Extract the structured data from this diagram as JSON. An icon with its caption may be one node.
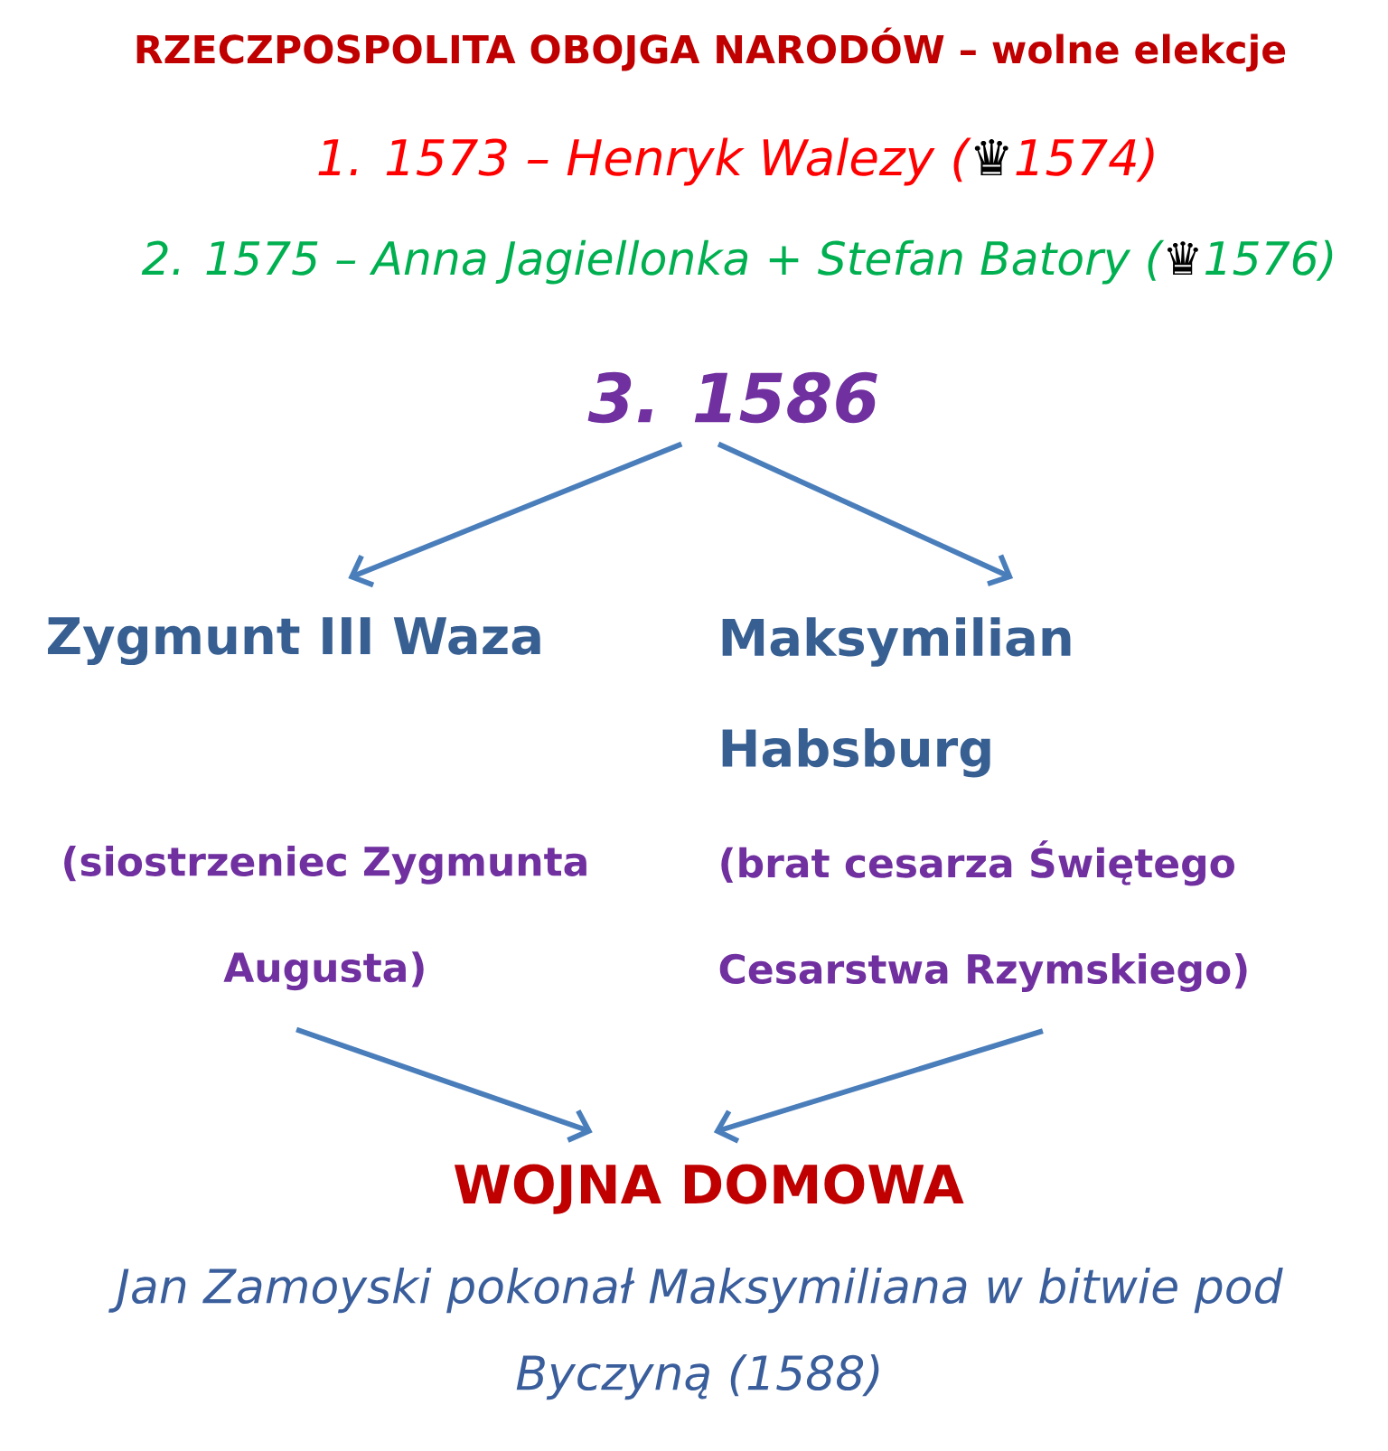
{
  "diagram": {
    "title": "RZECZPOSPOLITA OBOJGA NARODÓW – wolne elekcje",
    "nodes": [
      {
        "text": [
          "3. 1586"
        ]
      },
      {
        "text": [
          "Zygmunt III Waza",
          "(siostrzeniec Zygmunta Augusta)"
        ]
      },
      {
        "text": [
          "Maksymilian Habsburg",
          "(brat cesarza Świętego Cesarstwa Rzymskiego)"
        ]
      },
      {
        "text": [
          "WOJNA DOMOWA"
        ]
      }
    ],
    "edges": [
      {
        "from": 0,
        "to": 1,
        "arrow": "to"
      },
      {
        "from": 0,
        "to": 2,
        "arrow": "to"
      },
      {
        "from": 1,
        "to": 3,
        "arrow": "to"
      },
      {
        "from": 2,
        "to": 3,
        "arrow": "to"
      }
    ],
    "labels": [
      "1. 1573 – Henryk Walezy (♛1574)",
      "2. 1575 – Anna Jagiellonka + Stefan Batory (♛1576)",
      "Jan Zamoyski pokonał Maksymiliana w bitwie pod Byczyną (1588)"
    ]
  }
}
